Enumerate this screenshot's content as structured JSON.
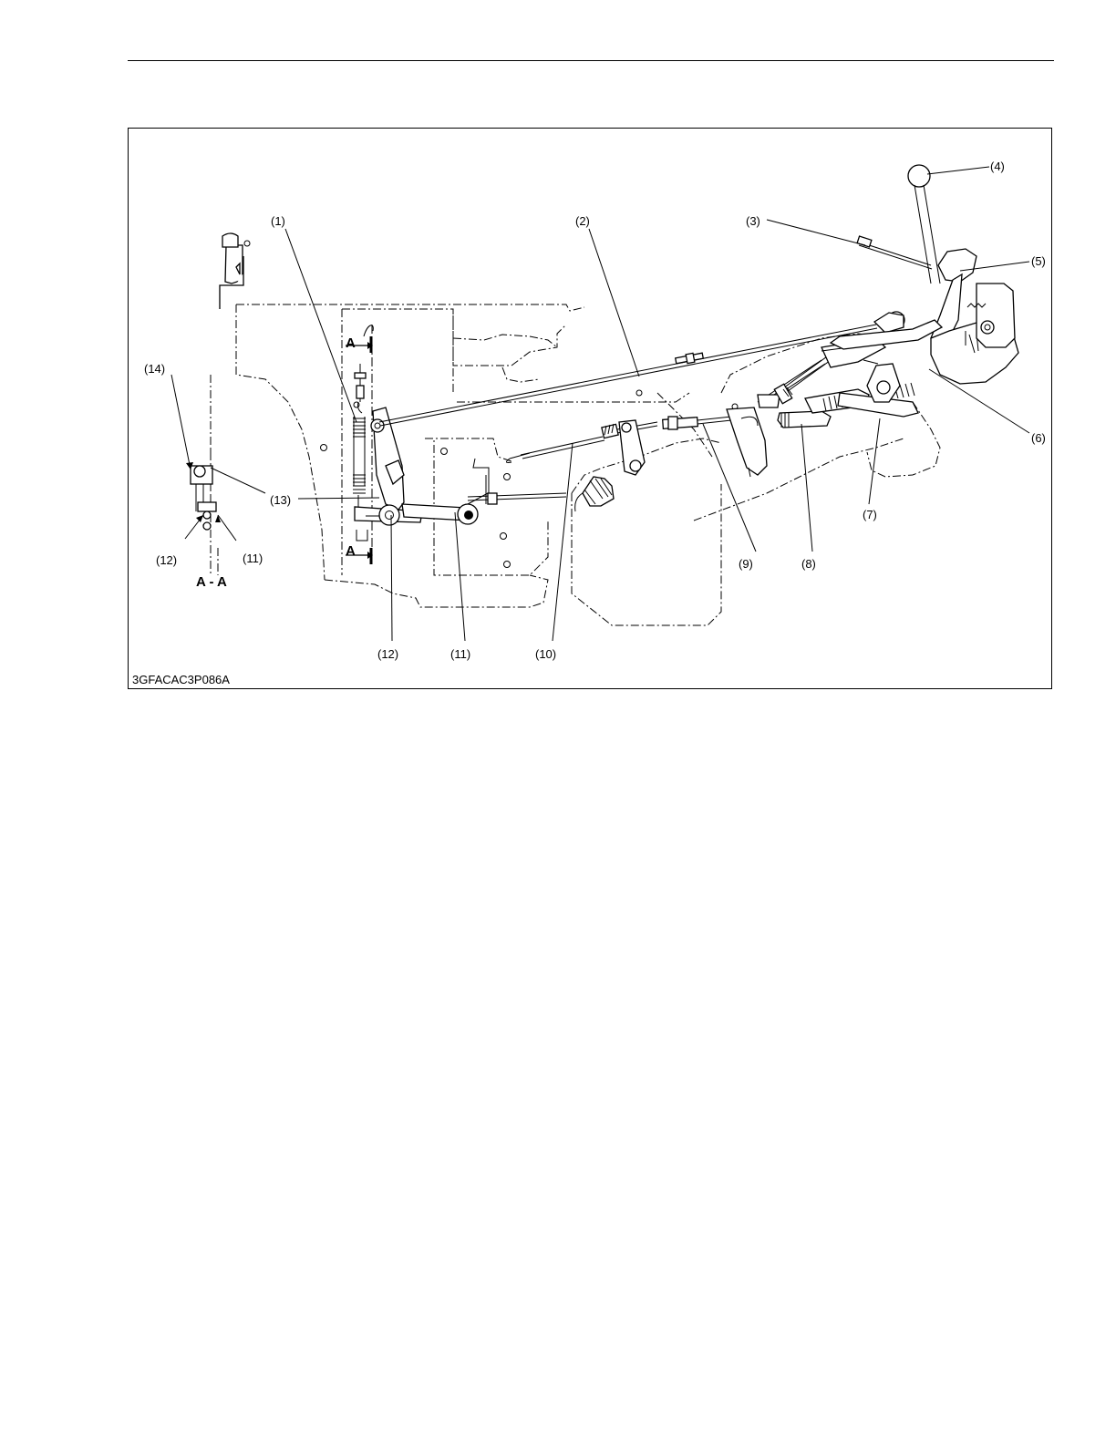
{
  "figure": {
    "id": "3GFACAC3P086A",
    "section_view_label": "A - A",
    "section_marker": "A",
    "callouts": {
      "c1": "(1)",
      "c2": "(2)",
      "c3": "(3)",
      "c4": "(4)",
      "c5": "(5)",
      "c6": "(6)",
      "c7": "(7)",
      "c8": "(8)",
      "c9": "(9)",
      "c10": "(10)",
      "c11": "(11)",
      "c12": "(12)",
      "c13": "(13)",
      "c14": "(14)",
      "c11_section": "(11)",
      "c12_section": "(12)"
    }
  }
}
